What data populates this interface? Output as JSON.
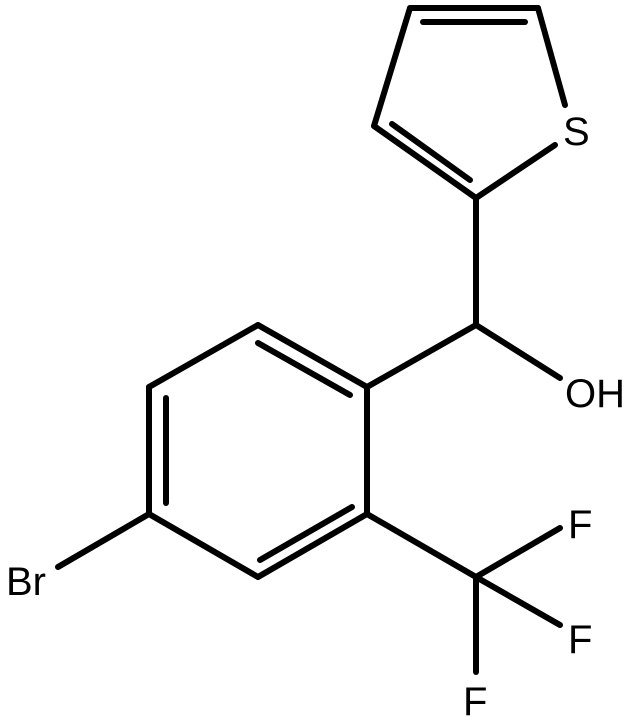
{
  "molecule": {
    "atoms": {
      "sulfur": "S",
      "hydroxyl": "OH",
      "bromine": "Br",
      "fluorine_top": "F",
      "fluorine_right": "F",
      "fluorine_bottom": "F"
    }
  },
  "colors": {
    "bond": "#000000",
    "background": "#ffffff"
  }
}
